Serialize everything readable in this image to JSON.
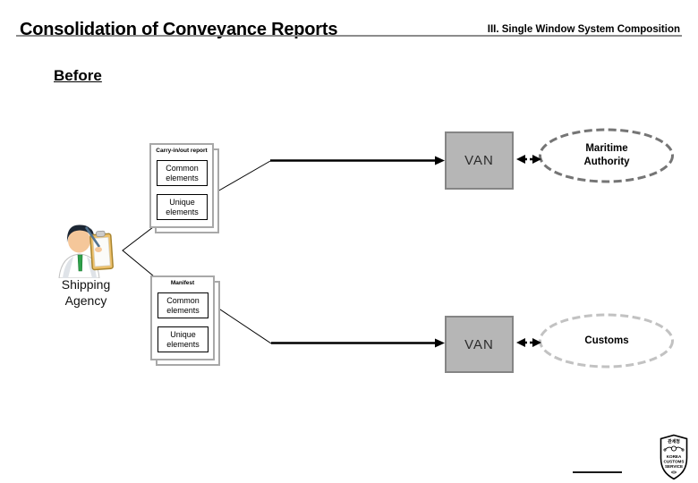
{
  "header": {
    "title": "Consolidation of Conveyance Reports",
    "section_label": "III. Single Window System Composition"
  },
  "stage_label": "Before",
  "actor": {
    "name": "Shipping Agency",
    "label": "Shipping\nAgency",
    "icon": "person-with-clipboard-icon"
  },
  "documents": [
    {
      "title": "Carry-in/out report",
      "elements": [
        "Common\nelements",
        "Unique\nelements"
      ]
    },
    {
      "title": "Manifest",
      "elements": [
        "Common\nelements",
        "Unique\nelements"
      ]
    }
  ],
  "vans": [
    {
      "label": "VAN"
    },
    {
      "label": "VAN"
    }
  ],
  "authorities": [
    {
      "label": "Maritime\nAuthority"
    },
    {
      "label": "Customs"
    }
  ],
  "logo": {
    "korean_title": "관세청",
    "lines": [
      "KOREA",
      "CUSTOMS",
      "SERVICE"
    ]
  },
  "colors": {
    "header_rule": "#8c8c8c",
    "van_fill": "#b6b6b6",
    "van_border": "#858585",
    "doc_border": "#a8a8a8",
    "authority1_stroke": "#757575",
    "authority2_stroke": "#c2c2c2",
    "connector": "#000000"
  }
}
